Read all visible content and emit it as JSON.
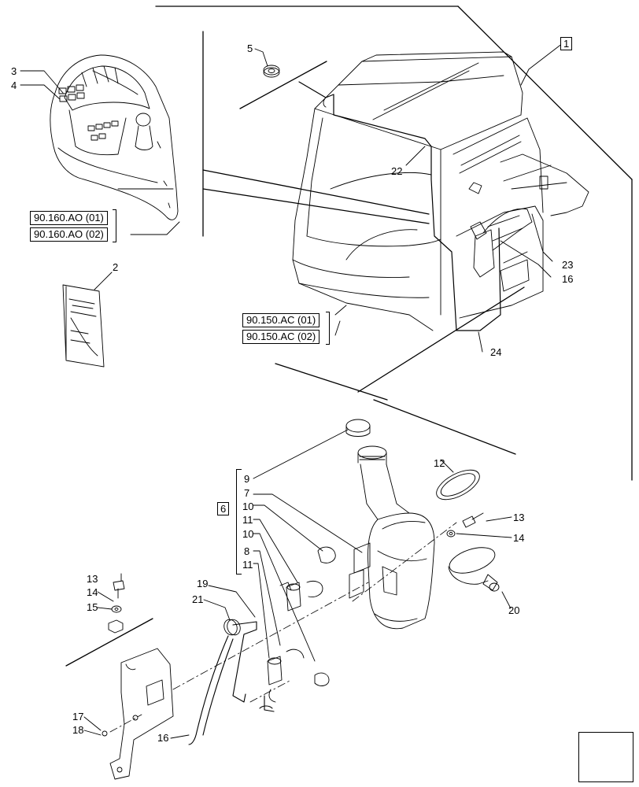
{
  "callouts": {
    "c1": "1",
    "c2": "2",
    "c3": "3",
    "c4": "4",
    "c5": "5",
    "c6": "6",
    "c7": "7",
    "c8": "8",
    "c9": "9",
    "c10a": "10",
    "c10b": "10",
    "c11a": "11",
    "c11b": "11",
    "c12": "12",
    "c13a": "13",
    "c13b": "13",
    "c14a": "14",
    "c14b": "14",
    "c15": "15",
    "c16a": "16",
    "c16b": "16",
    "c17": "17",
    "c18": "18",
    "c19": "19",
    "c20": "20",
    "c21": "21",
    "c22": "22",
    "c23": "23",
    "c24": "24"
  },
  "references": {
    "console_ref_1": "90.160.AO (01)",
    "console_ref_2": "90.160.AO (02)",
    "cab_ref_1": "90.150.AC (01)",
    "cab_ref_2": "90.150.AC (02)"
  },
  "navigation": {
    "icon": "next-page-arrow-icon"
  }
}
